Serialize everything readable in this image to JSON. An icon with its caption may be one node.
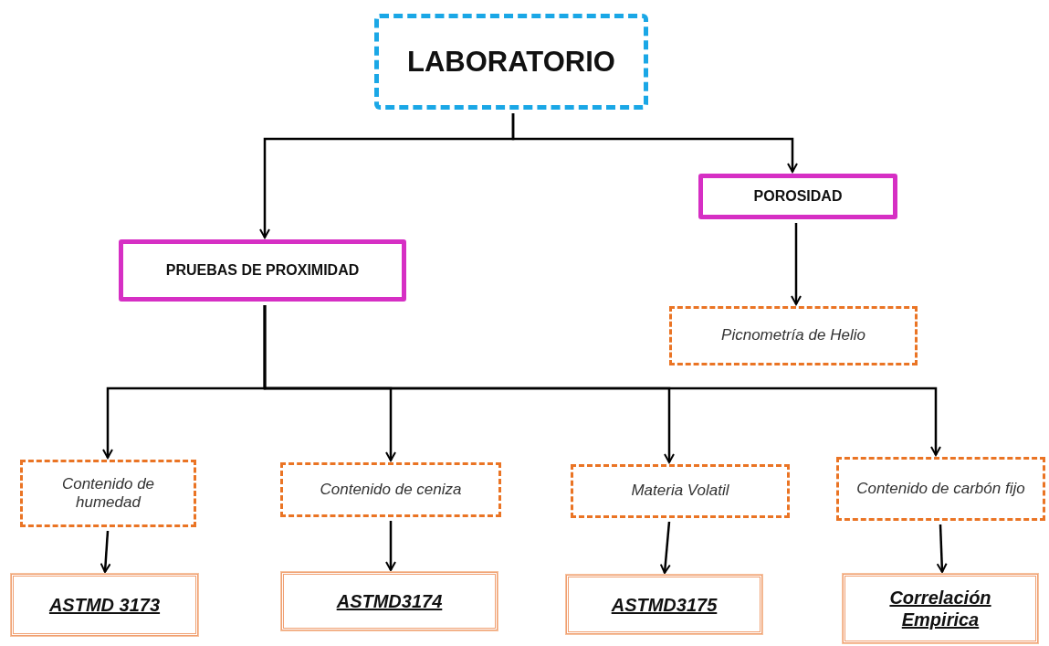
{
  "diagram": {
    "nodes": [
      {
        "text": [
          "LABORATORIO"
        ]
      },
      {
        "text": [
          "POROSIDAD"
        ]
      },
      {
        "text": [
          "PRUEBAS DE PROXIMIDAD"
        ]
      },
      {
        "text": [
          "Picnometría de Helio"
        ]
      },
      {
        "text": [
          "Contenido de humedad"
        ]
      },
      {
        "text": [
          "Contenido de ceniza"
        ]
      },
      {
        "text": [
          "Materia Volatil"
        ]
      },
      {
        "text": [
          "Contenido de carbón fijo"
        ]
      },
      {
        "text": [
          "ASTMD 3173"
        ]
      },
      {
        "text": [
          "ASTMD3174"
        ]
      },
      {
        "text": [
          "ASTMD3175"
        ]
      },
      {
        "text": [
          "Correlación Empirica"
        ]
      }
    ],
    "edges": [
      {
        "from": 0,
        "to": 2,
        "arrow": "to"
      },
      {
        "from": 0,
        "to": 1,
        "arrow": "to"
      },
      {
        "from": 1,
        "to": 3,
        "arrow": "to"
      },
      {
        "from": 2,
        "to": 4,
        "arrow": "to"
      },
      {
        "from": 2,
        "to": 5,
        "arrow": "to"
      },
      {
        "from": 2,
        "to": 6,
        "arrow": "to"
      },
      {
        "from": 2,
        "to": 7,
        "arrow": "to"
      },
      {
        "from": 4,
        "to": 8,
        "arrow": "to"
      },
      {
        "from": 5,
        "to": 9,
        "arrow": "to"
      },
      {
        "from": 6,
        "to": 10,
        "arrow": "to"
      },
      {
        "from": 7,
        "to": 11,
        "arrow": "to"
      }
    ]
  }
}
